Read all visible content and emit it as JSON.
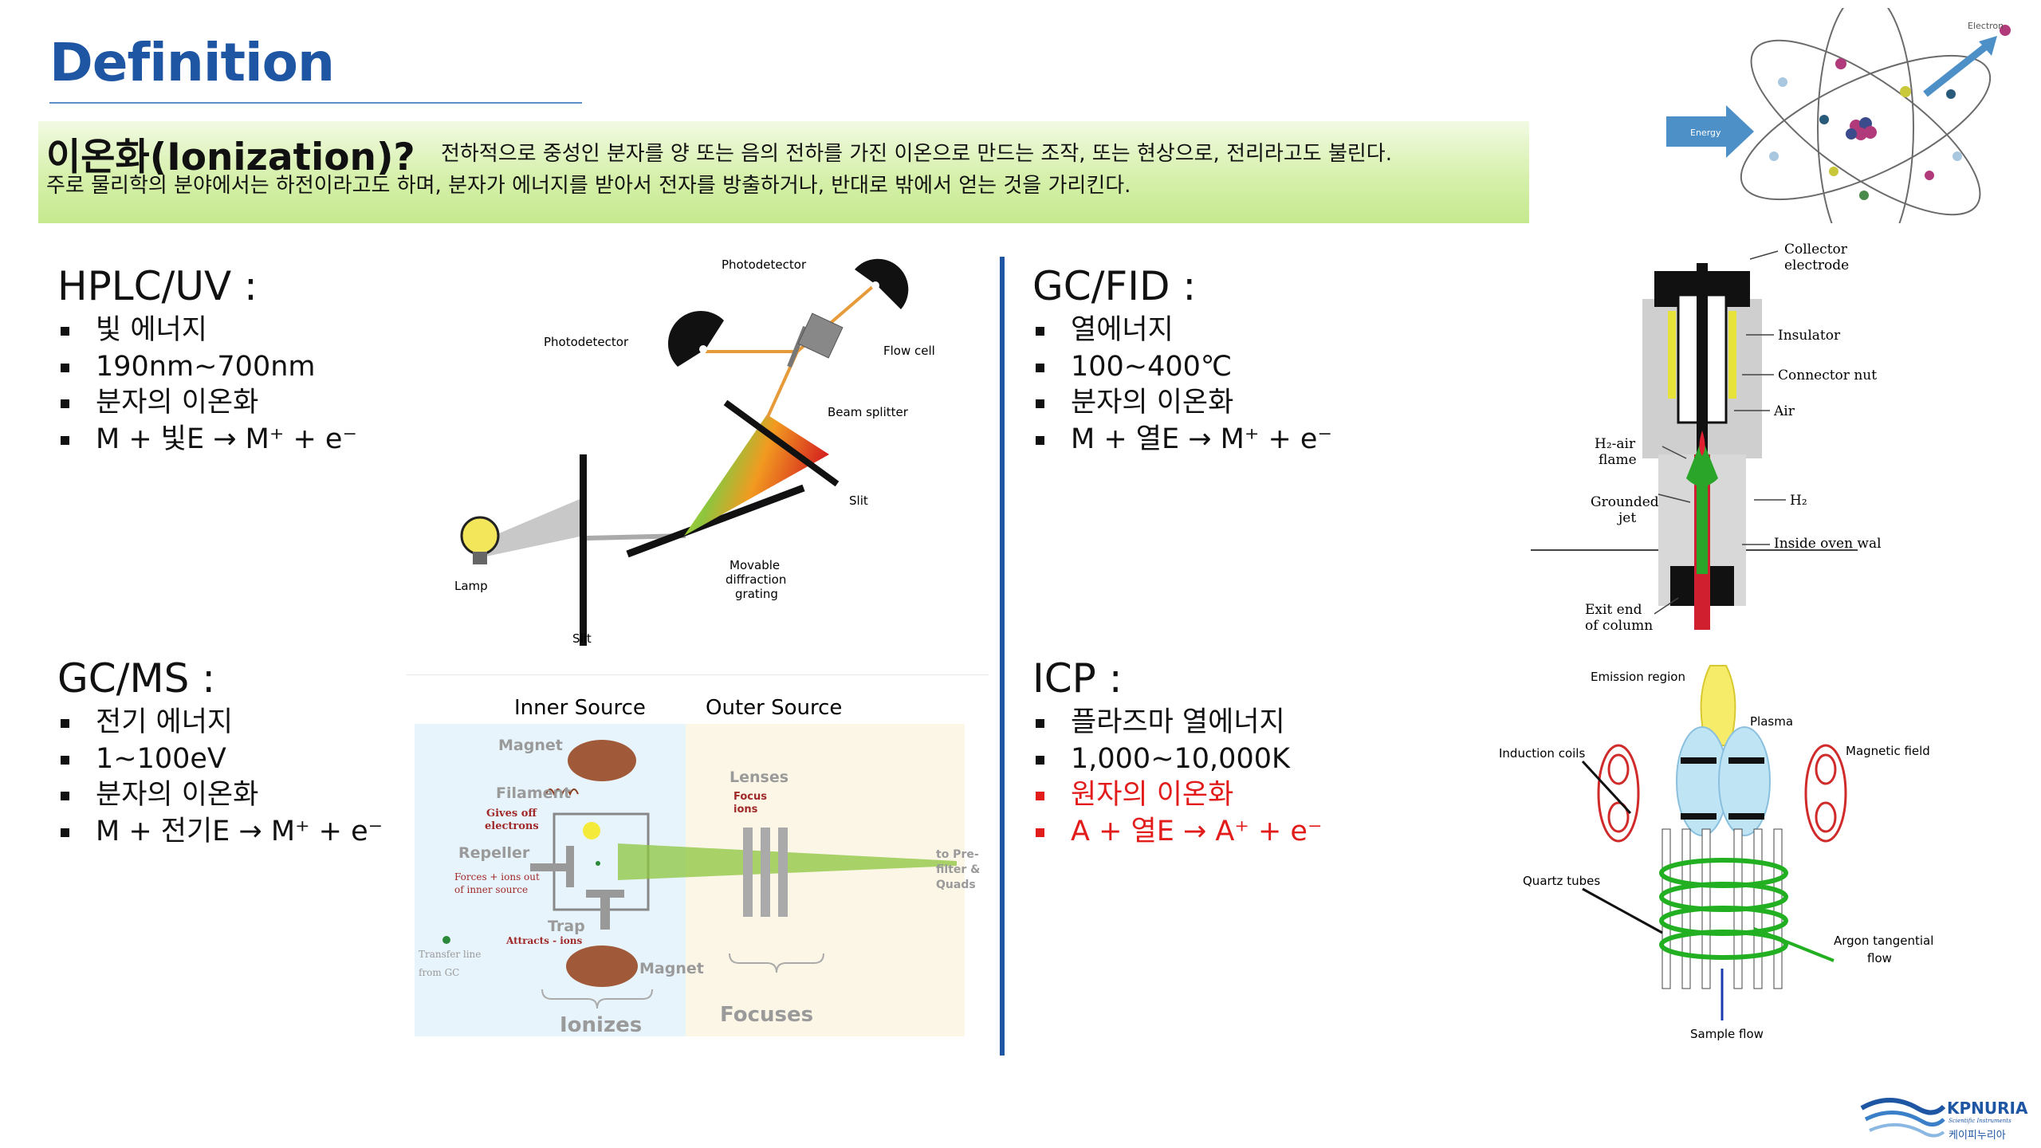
{
  "header": {
    "title": "Definition"
  },
  "definition": {
    "term": "이온화(Ionization)?",
    "line1": "전하적으로 중성인 분자를 양 또는 음의 전하를 가진 이온으로 만드는 조작, 또는 현상으로, 전리라고도 불린다.",
    "line2": "주로 물리학의 분야에서는 하전이라고도 하며, 분자가 에너지를 받아서 전자를 방출하거나, 반대로 밖에서 얻는 것을 가리킨다."
  },
  "atom_figure": {
    "electron_label": "Electron",
    "energy_label": "Energy"
  },
  "sections": {
    "hplc": {
      "title": "HPLC/UV :",
      "items": [
        "빛 에너지",
        "190nm~700nm",
        "분자의 이온화",
        "M + 빛E → M⁺ + e⁻"
      ]
    },
    "gcfid": {
      "title": "GC/FID :",
      "items": [
        "열에너지",
        "100~400℃",
        "분자의 이온화",
        "M + 열E → M⁺ + e⁻"
      ]
    },
    "gcms": {
      "title": "GC/MS :",
      "items": [
        "전기 에너지",
        "1~100eV",
        "분자의 이온화",
        "M + 전기E → M⁺ + e⁻"
      ]
    },
    "icp": {
      "title": "ICP :",
      "items": [
        "플라즈마 열에너지",
        "1,000~10,000K",
        "원자의 이온화",
        "A + 열E → A⁺ + e⁻"
      ]
    }
  },
  "hplc_diagram": {
    "photodetector_top": "Photodetector",
    "photodetector_left": "Photodetector",
    "flow_cell": "Flow cell",
    "beam_splitter": "Beam splitter",
    "slit_right": "Slit",
    "movable": "Movable",
    "diffraction": "diffraction",
    "grating": "grating",
    "lamp": "Lamp",
    "slit_bottom": "Slit"
  },
  "fid_diagram": {
    "collector": "Collector",
    "electrode": "electrode",
    "insulator": "Insulator",
    "connector_nut": "Connector nut",
    "air": "Air",
    "h2air": "H₂-air",
    "flame": "flame",
    "grounded": "Grounded",
    "jet": "jet",
    "h2": "H₂",
    "inside_oven_wall": "Inside oven wall",
    "exit_end": "Exit end",
    "of_column": "of column"
  },
  "ms_diagram": {
    "inner_source": "Inner Source",
    "outer_source": "Outer Source",
    "magnet_top": "Magnet",
    "filament": "Filament",
    "gives_off": "Gives off",
    "electrons": "electrons",
    "lenses": "Lenses",
    "focus": "Focus",
    "ions": "ions",
    "repeller": "Repeller",
    "forces": "Forces + ions out",
    "of_inner_source": "of inner source",
    "trap": "Trap",
    "attracts": "Attracts - ions",
    "transfer_line": "Transfer line",
    "from_gc": "from GC",
    "magnet_bottom": "Magnet",
    "to_pre": "to Pre-",
    "filter": "filter &",
    "quads": "Quads",
    "ionizes": "Ionizes",
    "focuses": "Focuses"
  },
  "icp_diagram": {
    "emission_region": "Emission region",
    "plasma": "Plasma",
    "induction_coils": "Induction coils",
    "magnetic_field": "Magnetic field",
    "quartz_tubes": "Quartz tubes",
    "argon_tangential": "Argon tangential",
    "flow": "flow",
    "sample_flow": "Sample flow"
  },
  "logo": {
    "name": "KPNURIA",
    "tagline": "Scientific Instruments",
    "korean": "케이피누리아"
  },
  "colors": {
    "title_blue": "#1f56a4",
    "alert_red": "#e21b1b",
    "definition_green": "#d6f0ab"
  }
}
